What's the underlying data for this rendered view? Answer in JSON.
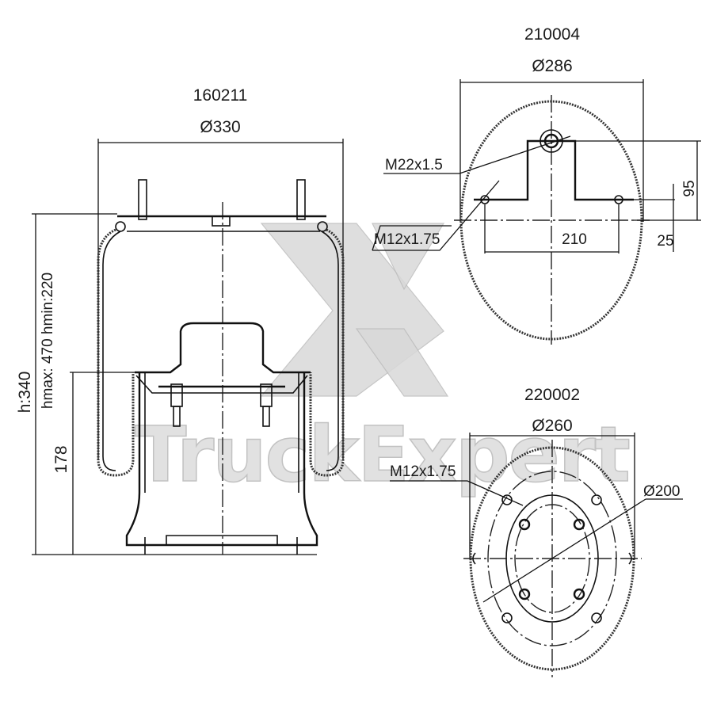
{
  "side_view": {
    "part_number": "160211",
    "diameter": "Ø330",
    "height_label": "h:340",
    "height_range_label": "hmax: 470 hmin:220",
    "piston_height": "178"
  },
  "top_plate_view": {
    "part_number": "210004",
    "diameter": "Ø286",
    "center_thread": "M22x1.5",
    "side_thread": "M12x1.75",
    "bolt_spacing": "210",
    "offset_95": "95",
    "offset_25": "25"
  },
  "piston_view": {
    "part_number": "220002",
    "diameter": "Ø260",
    "bolt_circle": "Ø200",
    "thread": "M12x1.75"
  },
  "watermark": {
    "text": "TruckExpert"
  }
}
